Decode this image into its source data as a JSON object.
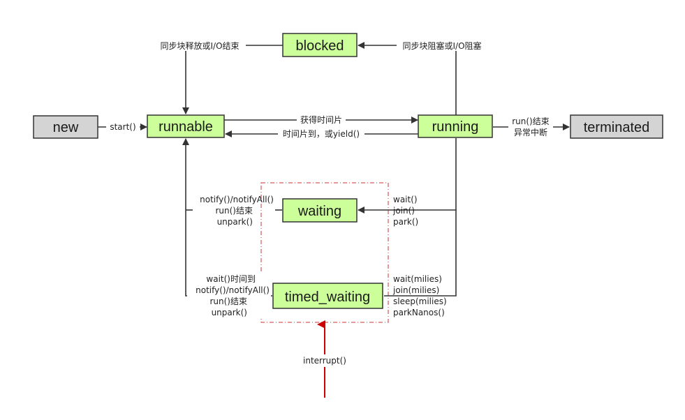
{
  "colors": {
    "active_state": "#ccff99",
    "inactive_state": "#d4d4d4",
    "state_border": "#333333",
    "edge": "#333333",
    "interrupt_edge": "#cc0000",
    "group_border": "#cc3333"
  },
  "states": {
    "new": "new",
    "runnable": "runnable",
    "running": "running",
    "blocked": "blocked",
    "terminated": "terminated",
    "waiting": "waiting",
    "timed_waiting": "timed_waiting"
  },
  "labels": {
    "start": "start()",
    "blocked_to_runnable": "同步块释放或I/O结束",
    "running_to_blocked": "同步块阻塞或I/O阻塞",
    "get_timeslice": "获得时间片",
    "timeslice_end": "时间片到，或yield()",
    "terminate_line1": "run()结束",
    "terminate_line2": "异常中断",
    "waiting_in": [
      "wait()",
      "join()",
      "park()"
    ],
    "waiting_out": [
      "notify()/notifyAll()",
      "run()结束",
      "unpark()"
    ],
    "timed_in": [
      "wait(milies)",
      "join(milies)",
      "sleep(milies)",
      "parkNanos()"
    ],
    "timed_out": [
      "wait()时间到",
      "notify()/notifyAll()",
      "run()结束",
      "unpark()"
    ],
    "interrupt": "interrupt()"
  }
}
